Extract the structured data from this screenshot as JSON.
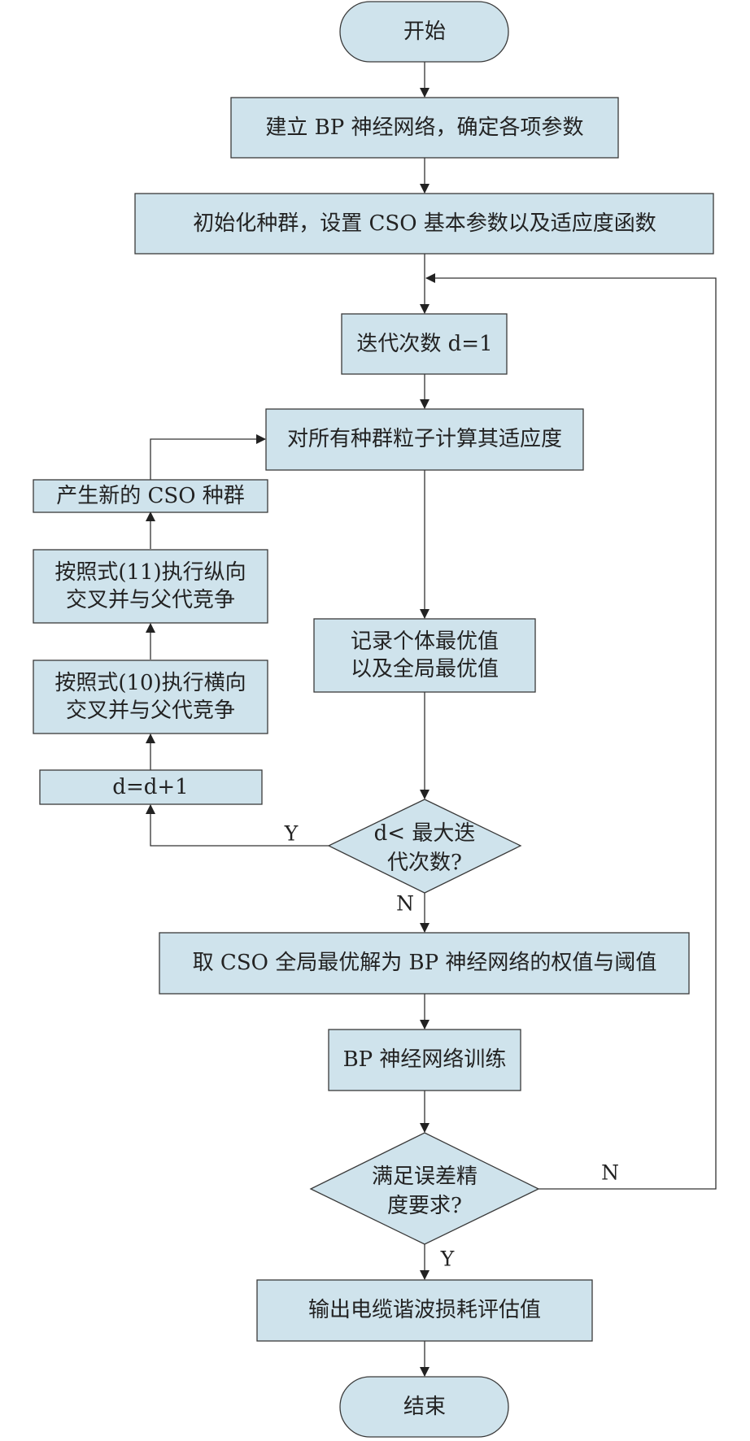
{
  "flowchart": {
    "start": "开始",
    "build_bp": "建立 BP 神经网络，确定各项参数",
    "init_pop": "初始化种群，设置 CSO 基本参数以及适应度函数",
    "iter_init": "迭代次数 d=1",
    "fitness": "对所有种群粒子计算其适应度",
    "record": [
      "记录个体最优值",
      "以及全局最优值"
    ],
    "check_iter": [
      "d< 最大迭",
      "代次数?"
    ],
    "d_increment": "d=d+1",
    "horizontal_cross": [
      "按照式(10)执行横向",
      "交叉并与父代竞争"
    ],
    "vertical_cross": [
      "按照式(11)执行纵向",
      "交叉并与父代竞争"
    ],
    "new_pop": "产生新的 CSO 种群",
    "take_best": "取 CSO 全局最优解为 BP 神经网络的权值与阈值",
    "train": "BP 神经网络训练",
    "check_precision": [
      "满足误差精",
      "度要求?"
    ],
    "output": "输出电缆谐波损耗评估值",
    "end": "结束",
    "labels": {
      "yes_iter": "Y",
      "no_iter": "N",
      "no_precision": "N",
      "yes_precision": "Y"
    }
  }
}
